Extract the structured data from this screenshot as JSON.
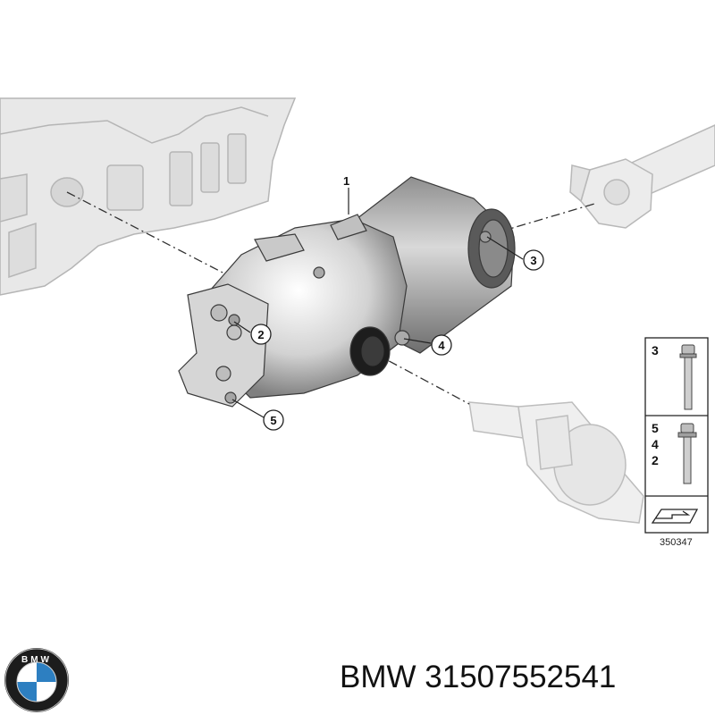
{
  "diagram": {
    "part_callouts": [
      "1",
      "2",
      "3",
      "4",
      "5"
    ],
    "legend": {
      "top_box_label": "3",
      "middle_box_labels": [
        "5",
        "4",
        "2"
      ]
    },
    "reference_number": "350347"
  },
  "caption": {
    "brand": "BMW",
    "part_number": "31507552541"
  },
  "logo": {
    "text": "BMW",
    "colors": {
      "ring": "#1c1c1c",
      "blue": "#2d7fc1",
      "white": "#ffffff"
    }
  }
}
